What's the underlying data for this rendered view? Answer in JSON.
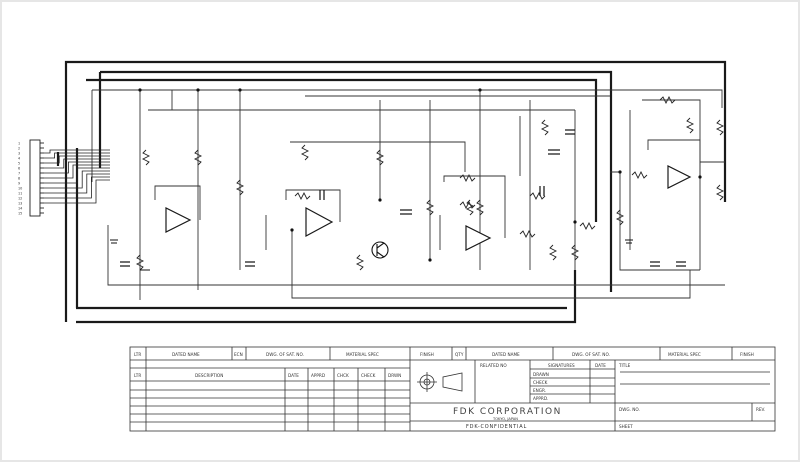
{
  "colors": {
    "background": "#ffffff",
    "ink": "#1a1a1a",
    "thin": "#555555",
    "border": "#e6e6e6"
  },
  "connector": {
    "pin_labels": [
      "1",
      "2",
      "3",
      "4",
      "5",
      "6",
      "7",
      "8",
      "9",
      "10",
      "11",
      "12",
      "13",
      "14",
      "15"
    ]
  },
  "title_block": {
    "rev_header": [
      "LTR",
      "DATED NAME",
      "ECN",
      "DWG. OF SAT. NO.",
      "MATERIAL SPEC",
      "FINISH",
      "QTY"
    ],
    "rev_header2": [
      "DATED NAME",
      "DWG. OF SAT. NO.",
      "MATERIAL SPEC",
      "FINISH"
    ],
    "desc_header": [
      "LTR",
      "DESCRIPTION",
      "DATE",
      "APPRD",
      "CHCK",
      "CHECK",
      "DRWN"
    ],
    "related_no": "RELATED NO",
    "signatures": "SIGNATURES",
    "date": "DATE",
    "title": "TITLE",
    "sign_rows": [
      "DRAWN",
      "CHECK",
      "ENGR.",
      "APPRD."
    ],
    "company": "FDK CORPORATION",
    "company_sub": "TOKYO, JAPAN",
    "confidential": "FDK-CONFIDENTIAL",
    "dwg_no": "DWG. NO.",
    "rev": "REV.",
    "sheet": "SHEET"
  }
}
